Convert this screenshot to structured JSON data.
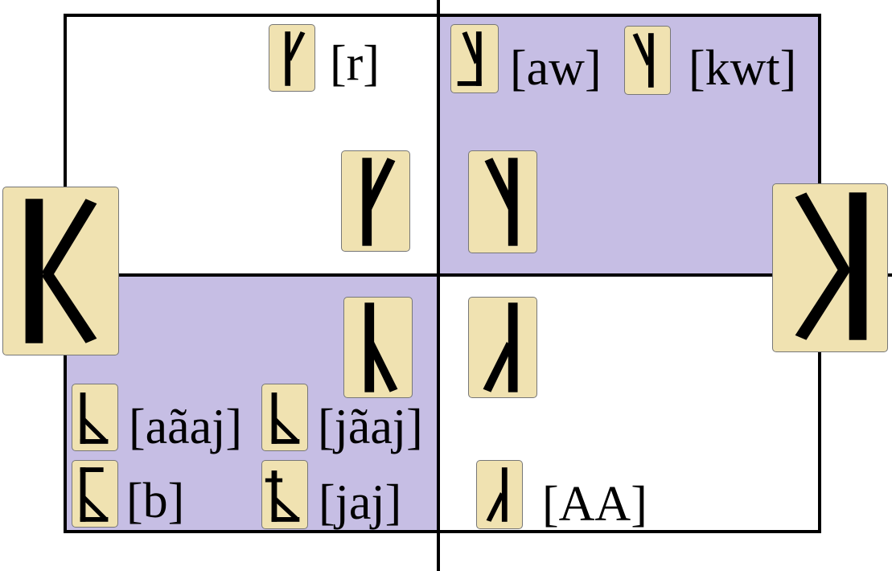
{
  "colors": {
    "shade": "#c6bee4",
    "tile": "#f0e2b1",
    "line": "#000000"
  },
  "labels": {
    "r": "[r]",
    "aw": "[aw]",
    "kwt": "[kwt]",
    "aaj": "[aãaj]",
    "jaj_nasal": "[jãaj]",
    "b": "[b]",
    "jaj": "[jaj]",
    "AA": "[AA]"
  }
}
